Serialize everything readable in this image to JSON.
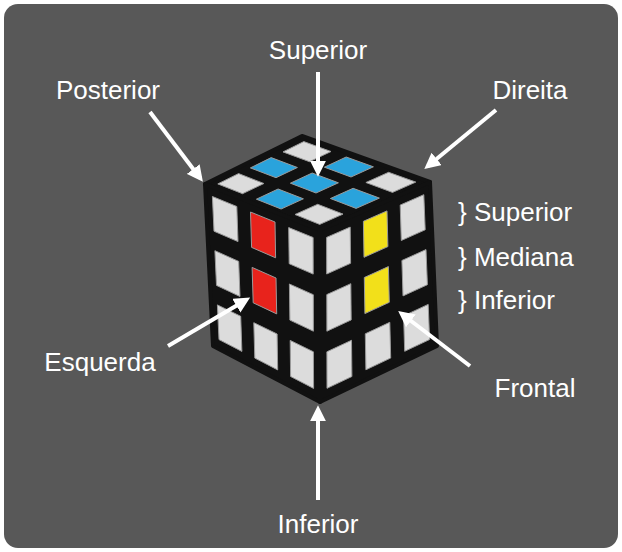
{
  "diagram": {
    "labels": [
      "Superior",
      "Posterior",
      "Direita",
      "} Superior",
      "} Mediana",
      "} Inferior",
      "Esquerda",
      "Frontal",
      "Inferior"
    ]
  }
}
